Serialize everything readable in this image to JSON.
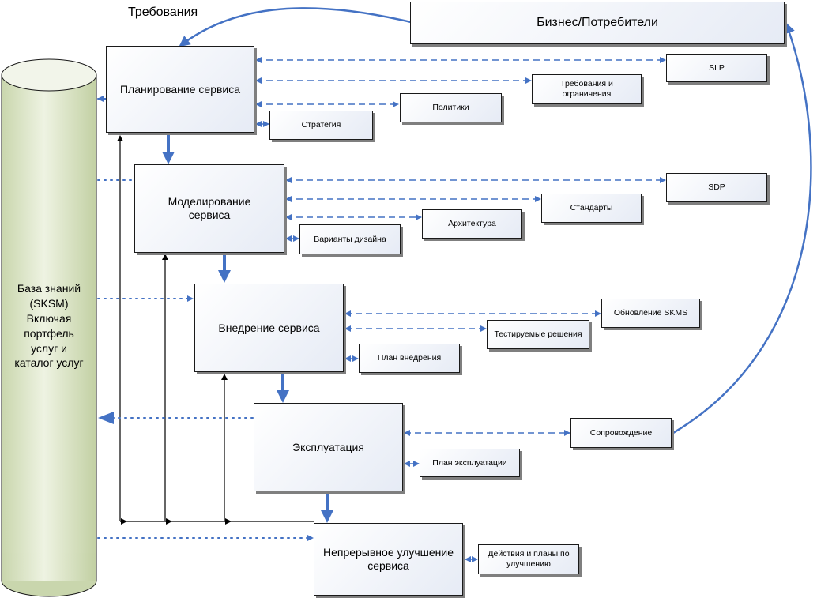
{
  "requirements_label": "Требования",
  "business_label": "Бизнес/Потребители",
  "knowledge_base": {
    "lines": [
      "База знаний",
      "(SKSM)",
      "Включая",
      "портфель",
      "услуг и",
      "каталог услуг"
    ]
  },
  "stages": [
    {
      "id": "planning",
      "label": "Планирование сервиса"
    },
    {
      "id": "design",
      "label": "Моделирование сервиса"
    },
    {
      "id": "transition",
      "label": "Внедрение сервиса"
    },
    {
      "id": "operation",
      "label": "Эксплуатация"
    },
    {
      "id": "improvement",
      "label": "Непрерывное улучшение сервиса"
    }
  ],
  "outputs": {
    "slp": "SLP",
    "requirements": "Требования и ограничения",
    "policies": "Политики",
    "strategy": "Стратегия",
    "sdp": "SDP",
    "standards": "Стандарты",
    "architecture": "Архитектура",
    "design_options": "Варианты дизайна",
    "skms_update": "Обновление SKMS",
    "tested_solutions": "Тестируемые решения",
    "transition_plan": "План внедрения",
    "support": "Сопровождение",
    "operation_plan": "План эксплуатации",
    "improvement_actions": "Действия и планы по улучшению"
  },
  "colors": {
    "arrow_blue": "#4472c4",
    "box_fill_end": "#e6ebf5",
    "cylinder_fill": "#e8eedb",
    "outline": "#1a1a1a"
  }
}
